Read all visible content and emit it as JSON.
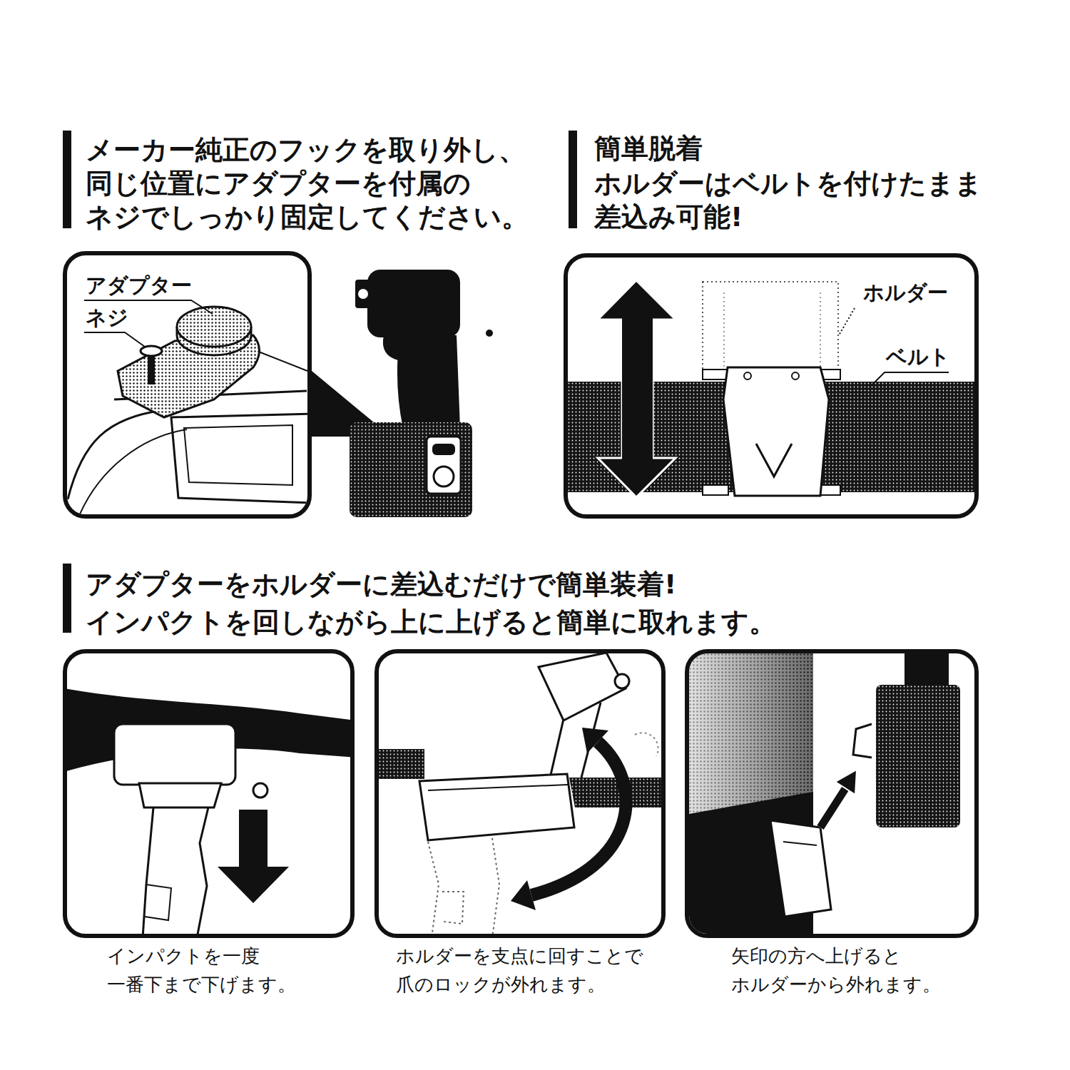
{
  "diagram": {
    "nodes": [
      {
        "text": [
          "アダプター",
          "ネジ"
        ]
      },
      {
        "text": [
          "ホルダー",
          "ベルト"
        ]
      },
      {
        "text": [
          "インパクトを一度 一番下まで下げます。"
        ]
      },
      {
        "text": [
          "ホルダーを支点に回すことで 爪のロックが外れます。"
        ]
      },
      {
        "text": [
          "矢印の方へ上げると ホルダーから外れます。"
        ]
      }
    ],
    "labels": [
      "メーカー純正のフックを取り外し、 同じ位置にアダプターを付属の ネジでしっかり固定してください。",
      "簡単脱着",
      "ホルダーはベルトを付けたまま 差込み可能!",
      "アダプターをホルダーに差込むだけで簡単装着! インパクトを回しながら上に上げると簡単に取れます。"
    ]
  }
}
